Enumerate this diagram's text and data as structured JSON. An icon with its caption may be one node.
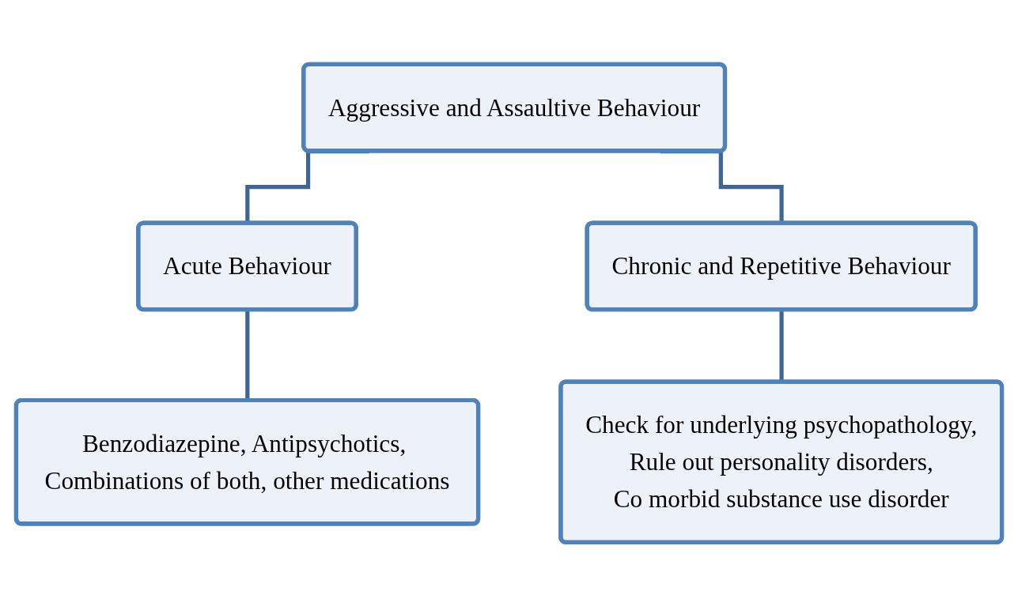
{
  "diagram": {
    "nodes": [
      {
        "text": [
          "Aggressive and Assaultive Behaviour"
        ]
      },
      {
        "text": [
          "Acute Behaviour"
        ]
      },
      {
        "text": [
          "Chronic and Repetitive Behaviour"
        ]
      },
      {
        "text": [
          "Benzodiazepine, Antipsychotics, Combinations of both, other medications"
        ]
      },
      {
        "text": [
          "Check for underlying psychopathology,",
          "Rule out personality disorders,",
          "Co morbid substance use disorder"
        ]
      }
    ],
    "edges": [
      {
        "from": 0,
        "to": 1,
        "arrow": "none"
      },
      {
        "from": 0,
        "to": 2,
        "arrow": "none"
      },
      {
        "from": 1,
        "to": 3,
        "arrow": "none"
      },
      {
        "from": 2,
        "to": 4,
        "arrow": "none"
      }
    ]
  }
}
